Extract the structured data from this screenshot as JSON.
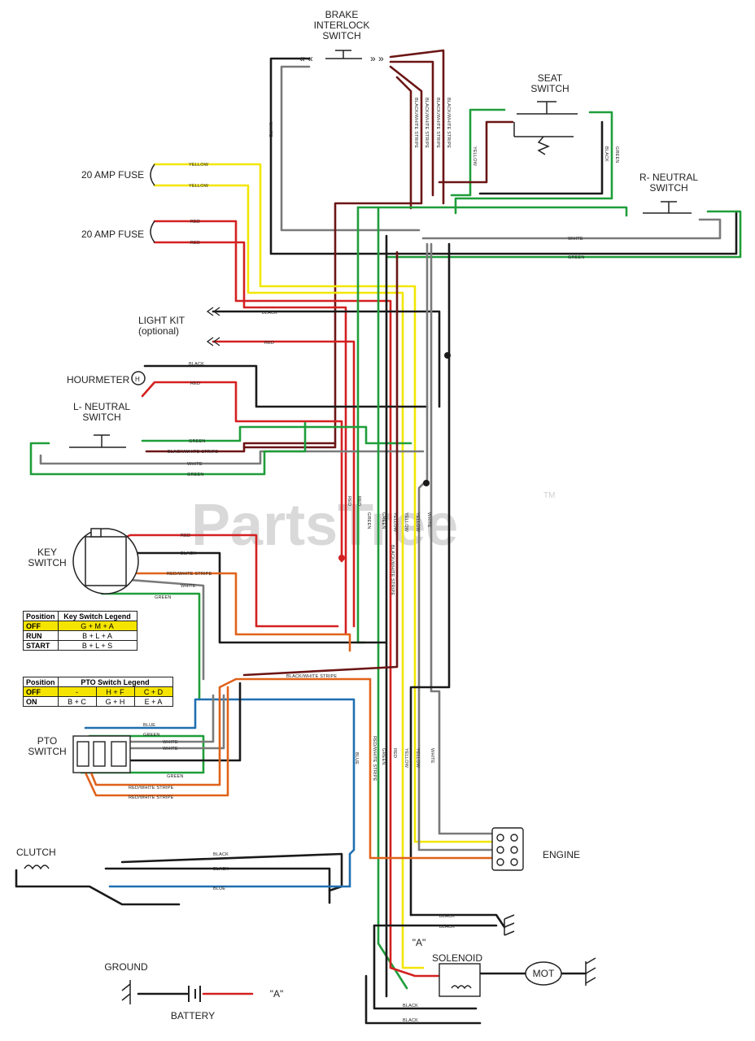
{
  "watermark": {
    "text": "PartsTree",
    "tm": "TM"
  },
  "components": {
    "brake_interlock": "BRAKE\nINTERLOCK\nSWITCH",
    "seat_switch": "SEAT\nSWITCH",
    "r_neutral": "R- NEUTRAL\nSWITCH",
    "fuse1": "20 AMP FUSE",
    "fuse2": "20 AMP FUSE",
    "light_kit": "LIGHT KIT\n(optional)",
    "hourmeter": "HOURMETER",
    "l_neutral": "L- NEUTRAL\nSWITCH",
    "key_switch": "KEY\nSWITCH",
    "pto_switch": "PTO\nSWITCH",
    "clutch": "CLUTCH",
    "engine": "ENGINE",
    "ground": "GROUND",
    "battery": "BATTERY",
    "solenoid": "SOLENOID",
    "mot": "MOT",
    "a_marker_solenoid": "\"A\"",
    "a_marker_battery": "\"A\""
  },
  "key_legend": {
    "headers": [
      "Position",
      "Key Switch Legend"
    ],
    "rows": [
      [
        "OFF",
        "G + M + A"
      ],
      [
        "RUN",
        "B + L + A"
      ],
      [
        "START",
        "B + L + S"
      ]
    ]
  },
  "pto_legend": {
    "headers": [
      "Position",
      "PTO Switch Legend"
    ],
    "rows": [
      [
        "OFF",
        "-",
        "H + F",
        "C + D"
      ],
      [
        "ON",
        "B + C",
        "G + H",
        "E + A"
      ]
    ]
  },
  "wire_labels": {
    "yellow": "YELLOW",
    "red": "RED",
    "black": "BLACK",
    "white": "WHITE",
    "green": "GREEN",
    "blue": "BLUE",
    "black_white_stripe": "BLACK/WHITE STRIPE",
    "red_white_stripe": "RED/WHITE STRIPE"
  },
  "colors": {
    "black": "#1a1a1a",
    "red": "#d42020",
    "yellow": "#f2e600",
    "green": "#1f9e3a",
    "blue": "#1f6fb0",
    "orange": "#e0621a",
    "white_wire": "#7a7a7a",
    "maroon": "#6b1515"
  }
}
